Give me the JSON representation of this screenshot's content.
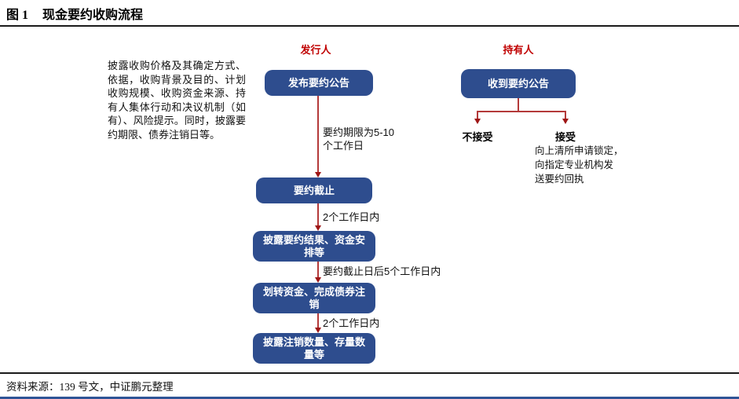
{
  "header": {
    "figure_no": "图 1",
    "title": "现金要约收购流程"
  },
  "columns": {
    "issuer_label": "发行人",
    "holder_label": "持有人"
  },
  "left_note": "披露收购价格及其确定方式、依据，收购背景及目的、计划收购规模、收购资金来源、持有人集体行动和决议机制（如有）、风险提示。同时，披露要约期限、债券注销日等。",
  "issuer_flow": {
    "steps": [
      {
        "label": "发布要约公告"
      },
      {
        "label": "要约截止"
      },
      {
        "label": "披露要约结果、资金安排等"
      },
      {
        "label": "划转资金、完成债券注销"
      },
      {
        "label": "披露注销数量、存量数量等"
      }
    ],
    "edge_labels": {
      "e1_line1": "要约期限为5-10",
      "e1_line2": "个工作日",
      "e2": "2个工作日内",
      "e3": "要约截止日后5个工作日内",
      "e4": "2个工作日内"
    }
  },
  "holder_flow": {
    "start": "收到要约公告",
    "reject_label": "不接受",
    "accept_label": "接受",
    "accept_detail_lines": {
      "l1": "向上清所申请锁定，",
      "l2": "向指定专业机构发",
      "l3": "送要约回执"
    }
  },
  "footer": {
    "source": "资料来源：139 号文，中证鹏元整理"
  },
  "colors": {
    "box_blue": "#2e4d8e",
    "label_red": "#c00000",
    "line_red": "#b43a3a",
    "footer_blue": "#2f5496"
  }
}
